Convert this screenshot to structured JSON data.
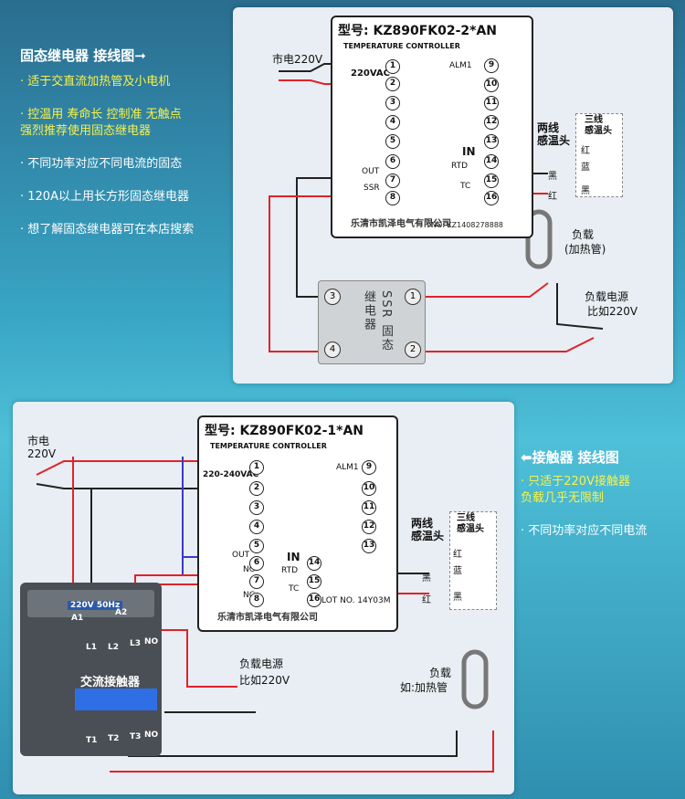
{
  "left_notes": {
    "title": "固态继电器 接线图➞",
    "items": [
      {
        "text": "· 适于交直流加热管及小电机",
        "color": "yellow"
      },
      {
        "text": "· 控温用 寿命长 控制准 无触点",
        "color": "yellow"
      },
      {
        "text": "  强烈推荐使用固态继电器",
        "color": "yellow"
      },
      {
        "text": "· 不同功率对应不同电流的固态",
        "color": "white"
      },
      {
        "text": "· 120A以上用长方形固态继电器",
        "color": "white"
      },
      {
        "text": "· 想了解固态继电器可在本店搜索",
        "color": "white"
      }
    ]
  },
  "right_notes": {
    "title": "⬅接触器 接线图",
    "items": [
      "· 只适于220V接触器",
      "  负载几乎无限制",
      "· 不同功率对应不同电流"
    ]
  },
  "top_diagram": {
    "controller_model": "型号: KZ890FK02-2*AN",
    "controller_sub": "TEMPERATURE CONTROLLER",
    "controller_foot": "乐清市凯泽电气有限公司",
    "controller_no": "NO: KZ1408278888",
    "mains_label": "市电220V",
    "voltage": "220VAC",
    "alm": "ALM1",
    "in_label": "IN",
    "rtd": "RTD",
    "tc": "TC",
    "out": "OUT",
    "ssr_small": "SSR",
    "ssr_name": "SSR 固态继电器",
    "two_wire": "两线\n感温头",
    "three_wire": "三线\n感温头",
    "red": "红",
    "black": "黑",
    "blue": "蓝",
    "load": "负载",
    "load_sub": "(加热管)",
    "load_power": "负载电源",
    "load_power_sub": "比如220V",
    "terminals_left": [
      "1",
      "2",
      "3",
      "4",
      "5",
      "6",
      "7",
      "8"
    ],
    "terminals_right": [
      "9",
      "10",
      "11",
      "12",
      "13",
      "14",
      "15",
      "16"
    ],
    "ssr_terminals": [
      "3",
      "4",
      "1",
      "2"
    ]
  },
  "bottom_diagram": {
    "controller_model": "型号: KZ890FK02-1*AN",
    "controller_sub": "TEMPERATURE CONTROLLER",
    "controller_foot": "乐清市凯泽电气有限公司",
    "lot": "LOT NO. 14Y03M",
    "mains_label": "市电",
    "mains_v": "220V",
    "voltage": "220-240VAC",
    "alm": "ALM1",
    "in_label": "IN",
    "rtd": "RTD",
    "tc": "TC",
    "out": "OUT",
    "no": "NO",
    "nc": "NC",
    "two_wire": "两线\n感温头",
    "three_wire": "三线\n感温头",
    "red": "红",
    "black": "黑",
    "blue": "蓝",
    "contactor_tag": "220V 50Hz",
    "contactor_name": "交流接触器",
    "contactor_labels": [
      "A1",
      "A2",
      "L1",
      "L2",
      "L3",
      "NO",
      "T1",
      "T2",
      "T3",
      "NO"
    ],
    "load_power": "负载电源",
    "load_power_sub": "比如220V",
    "load": "负载",
    "load_sub": "如:加热管",
    "terminals_left": [
      "1",
      "2",
      "3",
      "4",
      "5",
      "6",
      "7",
      "8"
    ],
    "terminals_right": [
      "9",
      "10",
      "11",
      "12",
      "13",
      "14",
      "15",
      "16"
    ]
  },
  "colors": {
    "wire_red": "#e0222a",
    "wire_blue": "#3b38c8",
    "wire_black": "#222222",
    "note_yellow": "#f8f24a"
  }
}
